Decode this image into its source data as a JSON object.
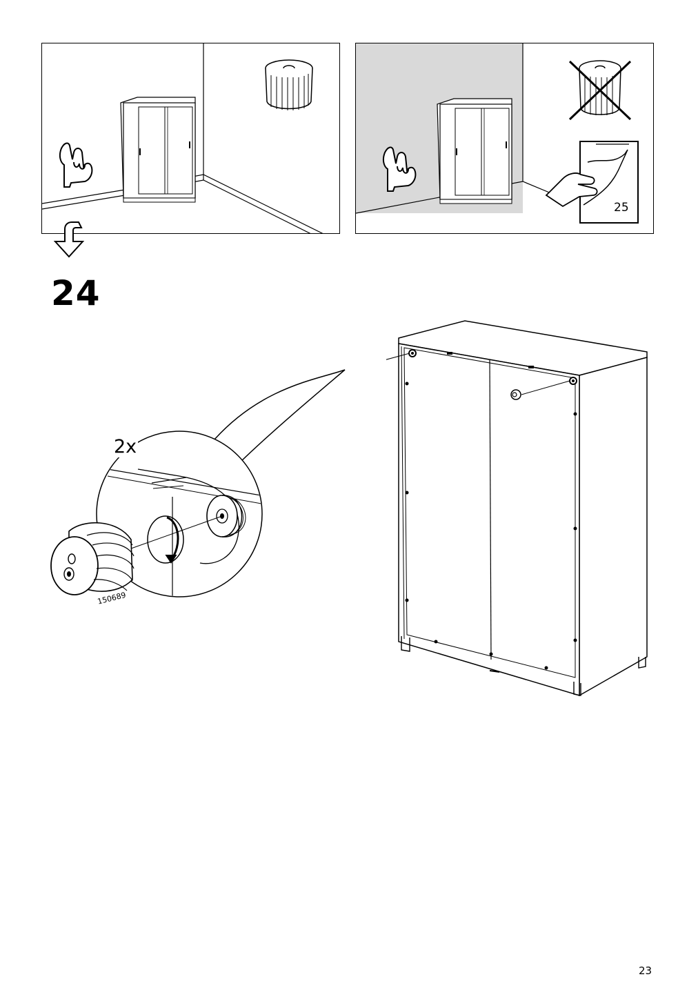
{
  "document": {
    "step_number": "24",
    "page_number": "23"
  },
  "panels": {
    "correct": {
      "label": "",
      "description_icons": [
        "pointing-hand-icon",
        "wardrobe-icon",
        "bumper-icon"
      ]
    },
    "incorrect": {
      "reference_page": "25",
      "description_icons": [
        "pointing-hand-icon",
        "wardrobe-icon",
        "crossed-bumper-icon",
        "page-flip-icon"
      ]
    }
  },
  "detail": {
    "quantity": "2x",
    "part_number": "150689"
  },
  "colors": {
    "line": "#000000",
    "wall_shade": "#d9d9d9",
    "background": "#ffffff"
  }
}
